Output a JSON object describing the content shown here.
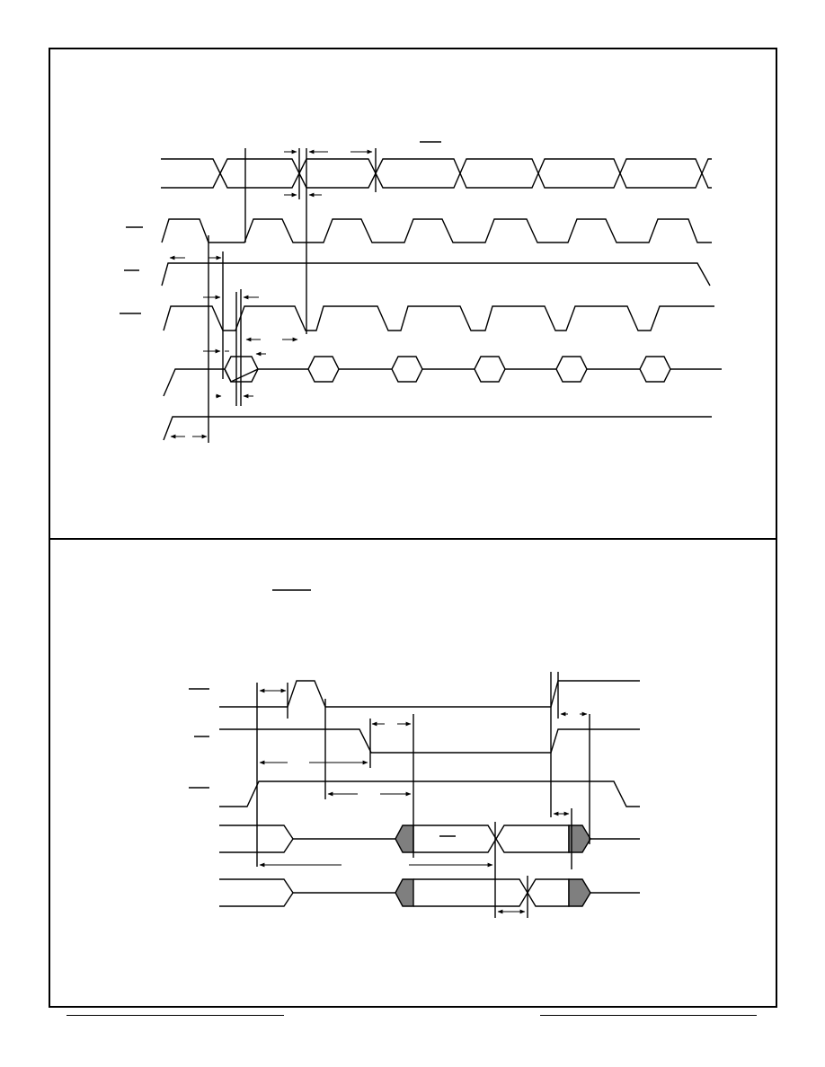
{
  "document": {
    "panels": [
      {
        "id": "top-panel",
        "description_visible_text": "",
        "overbar_marks": 1
      },
      {
        "id": "bottom-panel",
        "description_visible_text": "",
        "overbar_marks": 1,
        "shaded_regions_color": "#808080"
      }
    ],
    "colors": {
      "line": "#000000",
      "shade": "#7f7f7f",
      "background": "#ffffff"
    }
  }
}
